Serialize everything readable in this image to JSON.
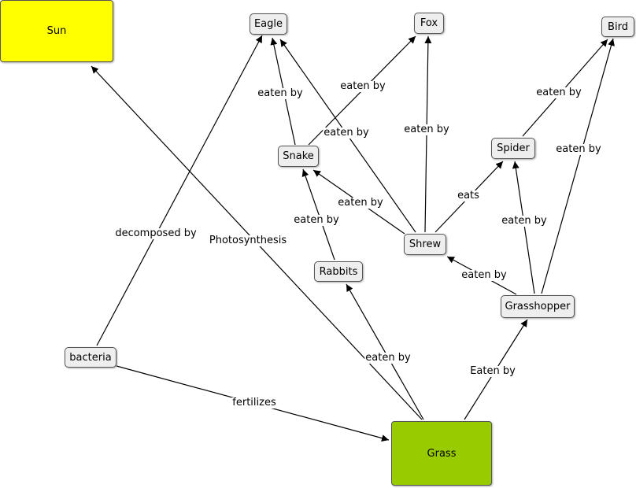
{
  "nodes": {
    "sun": {
      "label": "Sun",
      "color": "#ffff00"
    },
    "eagle": {
      "label": "Eagle",
      "color": "#eeeeee"
    },
    "fox": {
      "label": "Fox",
      "color": "#eeeeee"
    },
    "bird": {
      "label": "Bird",
      "color": "#eeeeee"
    },
    "snake": {
      "label": "Snake",
      "color": "#eeeeee"
    },
    "spider": {
      "label": "Spider",
      "color": "#eeeeee"
    },
    "shrew": {
      "label": "Shrew",
      "color": "#eeeeee"
    },
    "rabbits": {
      "label": "Rabbits",
      "color": "#eeeeee"
    },
    "grasshopper": {
      "label": "Grasshopper",
      "color": "#eeeeee"
    },
    "bacteria": {
      "label": "bacteria",
      "color": "#eeeeee"
    },
    "grass": {
      "label": "Grass",
      "color": "#99cc00"
    }
  },
  "edges": [
    {
      "from": "grass",
      "to": "sun",
      "label": "Photosynthesis"
    },
    {
      "from": "bacteria",
      "to": "eagle",
      "label": "decomposed by"
    },
    {
      "from": "bacteria",
      "to": "grass",
      "label": "fertilizes"
    },
    {
      "from": "grass",
      "to": "rabbits",
      "label": "eaten by"
    },
    {
      "from": "grass",
      "to": "grasshopper",
      "label": "Eaten by"
    },
    {
      "from": "rabbits",
      "to": "snake",
      "label": "eaten by"
    },
    {
      "from": "snake",
      "to": "eagle",
      "label": "eaten by"
    },
    {
      "from": "snake",
      "to": "fox",
      "label": "eaten by"
    },
    {
      "from": "shrew",
      "to": "eagle",
      "label": "eaten by"
    },
    {
      "from": "shrew",
      "to": "fox",
      "label": "eaten by"
    },
    {
      "from": "shrew",
      "to": "snake",
      "label": "eaten by"
    },
    {
      "from": "shrew",
      "to": "spider",
      "label": "eats"
    },
    {
      "from": "grasshopper",
      "to": "shrew",
      "label": "eaten by"
    },
    {
      "from": "grasshopper",
      "to": "spider",
      "label": "eaten by"
    },
    {
      "from": "grasshopper",
      "to": "bird",
      "label": "eaten by"
    },
    {
      "from": "spider",
      "to": "bird",
      "label": "eaten by"
    }
  ]
}
